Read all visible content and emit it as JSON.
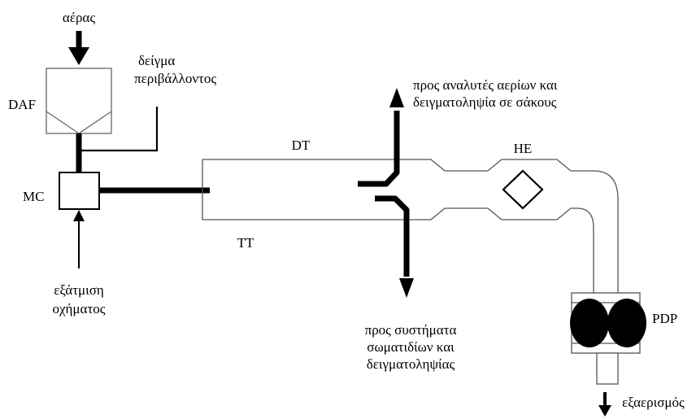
{
  "labels": {
    "air": "αέρας",
    "ambient_sample_line1": "δείγμα",
    "ambient_sample_line2": "περιβάλλοντος",
    "daf": "DAF",
    "mc": "MC",
    "exhaust_line1": "εξάτμιση",
    "exhaust_line2": "οχήματος",
    "dt": "DT",
    "tt": "TT",
    "he": "HE",
    "pdp": "PDP",
    "to_gas_line1": "προς αναλυτές αερίων και",
    "to_gas_line2": "δειγματοληψία σε σάκους",
    "to_particle_line1": "προς συστήματα",
    "to_particle_line2": "σωματιδίων και",
    "to_particle_line3": "δειγματοληψίας",
    "venting": "εξαερισμός"
  }
}
